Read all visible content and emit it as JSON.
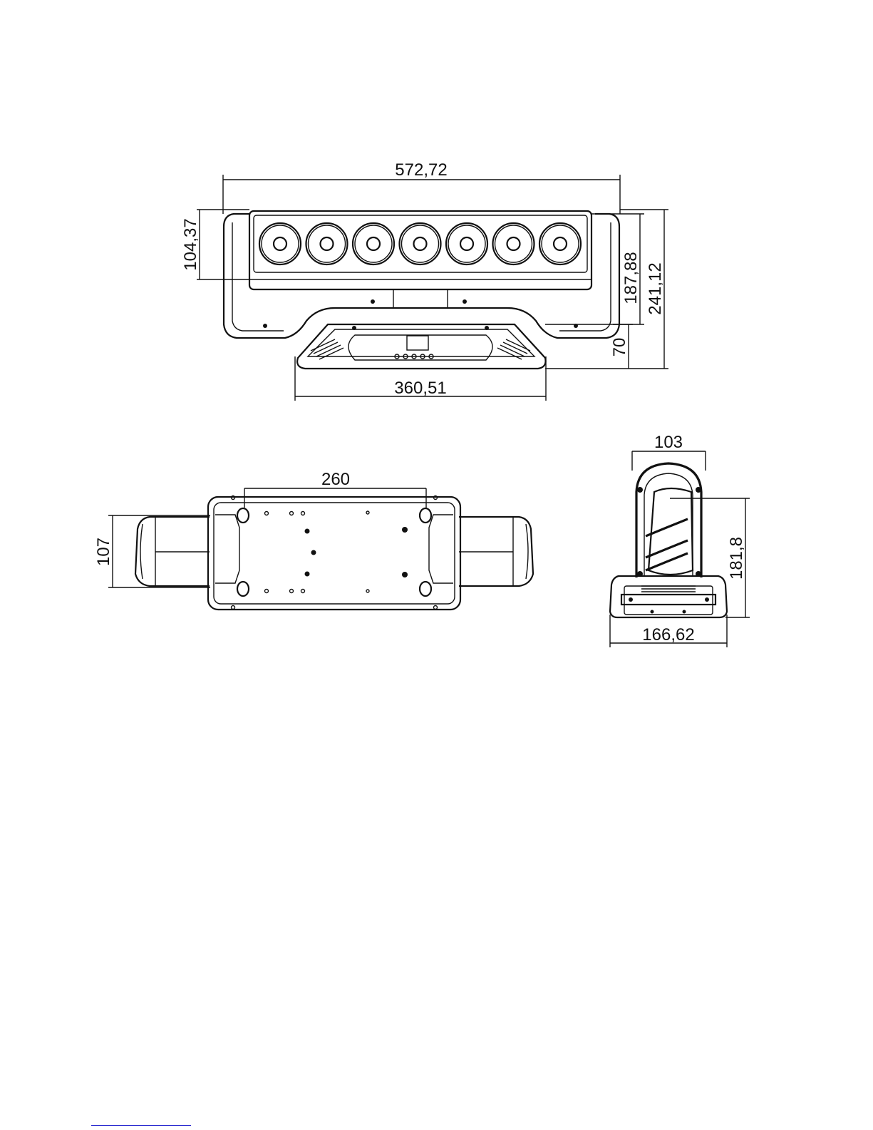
{
  "front_view": {
    "width_label": "572,72",
    "head_height_label": "104,37",
    "yoke_height_label": "187,88",
    "total_height_label": "241,12",
    "base_height_label": "70",
    "base_width_label": "360,51",
    "led_count": 7
  },
  "bottom_view": {
    "hole_spacing_label": "260",
    "head_depth_label": "107"
  },
  "side_view": {
    "head_width_label": "103",
    "height_label": "181,8",
    "base_width_label": "166,62"
  }
}
